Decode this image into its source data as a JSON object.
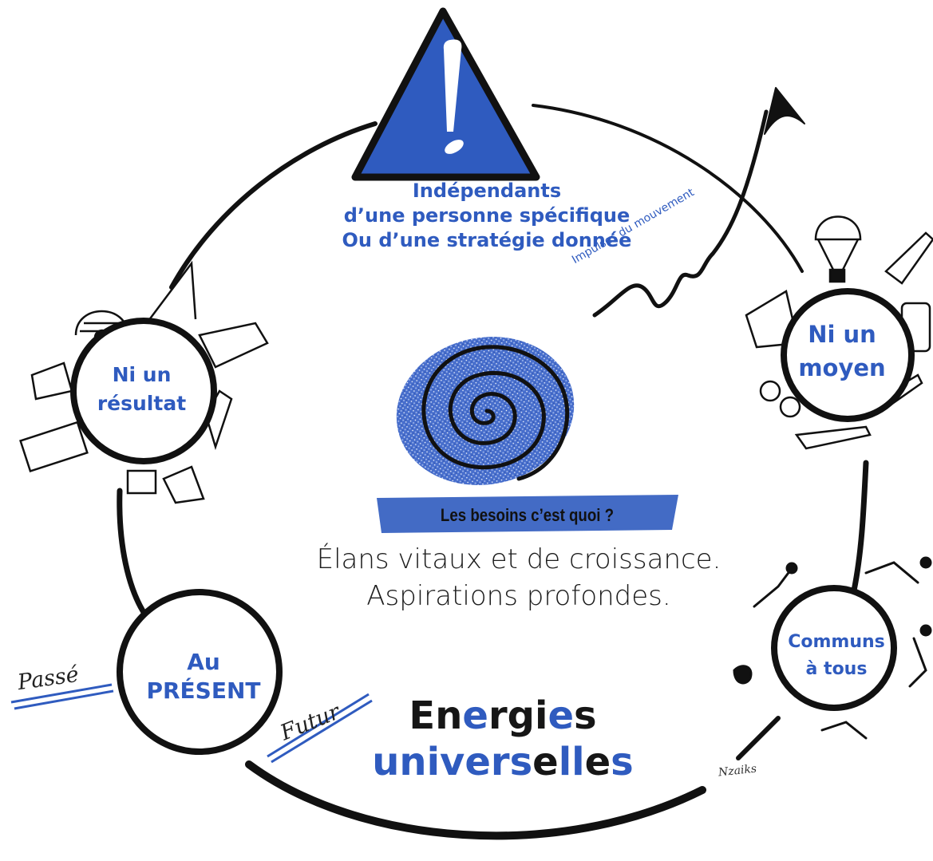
{
  "diagram": {
    "top_text": {
      "line1": "Indépendants",
      "line2": "d’une personne spécifique",
      "line3": "Ou d’une stratégie donnée"
    },
    "arrow_label": "Impulses du mouvement",
    "nodes": {
      "resultat": {
        "line1": "Ni un",
        "line2": "résultat"
      },
      "moyen": {
        "line1": "Ni un",
        "line2": "moyen"
      },
      "communs": {
        "line1": "Communs",
        "line2": "à tous"
      },
      "present": {
        "line1": "Au",
        "line2": "PRÉSENT"
      }
    },
    "crossed_words": {
      "left": "Passé",
      "right": "Futur"
    },
    "center": {
      "banner": "Les besoins c’est quoi ?",
      "line1": "Élans vitaux et de croissance.",
      "line2": "Aspirations profondes."
    },
    "title": {
      "part1": "En",
      "part2": "e",
      "part3": "rgi",
      "part4": "e",
      "part5": "s",
      "line2_part1": "univers",
      "line2_part2": "e",
      "line2_part3": "ll",
      "line2_part4": "e",
      "line2_part5": "s"
    },
    "signature": "Nzaiks"
  },
  "colors": {
    "accent_blue": "#2f5bbf",
    "ink": "#111111"
  },
  "icons": [
    "warning-icon",
    "spiral-icon",
    "rising-arrow-icon",
    "city-sketch-icon",
    "transport-sketch-icon",
    "people-sketch-icon"
  ]
}
